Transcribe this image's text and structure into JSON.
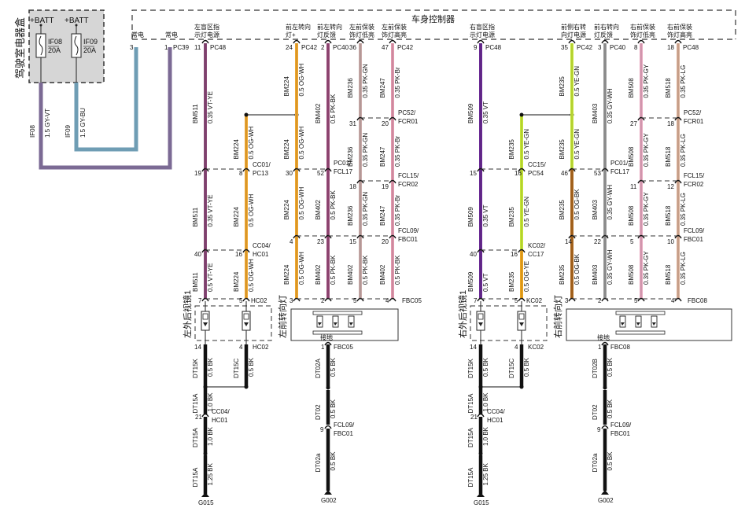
{
  "fuse_box": {
    "title": "驾驶室电器盒",
    "batt_label": "+BATT",
    "fuses": [
      {
        "id": "IF08",
        "rating": "20A"
      },
      {
        "id": "IF09",
        "rating": "20A"
      }
    ],
    "wires": [
      {
        "circuit": "IF08",
        "spec": "1.5 GY-VT",
        "color": "#7b6a94"
      },
      {
        "circuit": "IF09",
        "spec": "1.5 GY-BU",
        "color": "#6f9db4"
      }
    ]
  },
  "bcm": {
    "title": "车身控制器",
    "power_pins": [
      {
        "label": "常电",
        "pin": "3",
        "connector": ""
      },
      {
        "label": "常电",
        "pin": "1",
        "connector": "PC39"
      }
    ],
    "outputs_left": [
      {
        "label": "左盲区指示灯电源",
        "pin": "11",
        "connector": "PC48"
      },
      {
        "label": "前左转向灯+",
        "pin": "24",
        "connector": "PC42"
      },
      {
        "label": "前左转向灯反馈",
        "pin": "2",
        "connector": "PC40"
      },
      {
        "label": "左前保装饰灯低亮",
        "pin": "36",
        "connector": ""
      },
      {
        "label": "左前保装饰灯高亮",
        "pin": "47",
        "connector": "PC42"
      }
    ],
    "outputs_right": [
      {
        "label": "右盲区指示灯电源",
        "pin": "9",
        "connector": "PC48"
      },
      {
        "label": "前侧右转向灯电源",
        "pin": "35",
        "connector": "PC42"
      },
      {
        "label": "前右转向灯反馈",
        "pin": "3",
        "connector": "PC40"
      },
      {
        "label": "右前保装饰灯低亮",
        "pin": "8",
        "connector": ""
      },
      {
        "label": "右前保装饰灯高亮",
        "pin": "18",
        "connector": "PC48"
      }
    ]
  },
  "left_side": {
    "mirror": {
      "title": "左外后视镜1",
      "connector_top": "HC02",
      "connector_bottom": "HC02"
    },
    "turn_lamp": {
      "title": "左前转向灯",
      "connector_top": "FBC05",
      "ground_label": "接地",
      "ground_pin": "1",
      "ground_connector": "FBC05"
    },
    "splices": {
      "cc01": "CC01/ PC13",
      "pc01": "PC01/ FCL17",
      "pc52": "PC52/ FCR01",
      "cc04": "CC04/ HC01",
      "fcl15": "FCL15/ FCR02",
      "fcl09": "FCL09/ FBC01"
    },
    "wire_labels": [
      {
        "circuit": "BM511",
        "spec": "0.35 VT-YE"
      },
      {
        "circuit": "BM511",
        "spec": "0.35 VT-YE"
      },
      {
        "circuit": "BM511",
        "spec": "0.5 VT-YE"
      },
      {
        "circuit": "BM224",
        "spec": "0.5 OG-WH"
      },
      {
        "circuit": "BM402",
        "spec": "0.5 PK-BK"
      },
      {
        "circuit": "BM236",
        "spec": "0.35 PK-GN"
      },
      {
        "circuit": "BM247",
        "spec": "0.35 PK-Br"
      },
      {
        "circuit": "BM402",
        "spec": "0.5 PK-BK"
      }
    ],
    "pins": {
      "bm511": [
        "19",
        "40",
        "7"
      ],
      "bm224_a": [
        "8",
        "16",
        "5"
      ],
      "bm224_b": [
        "30",
        "4",
        "3"
      ],
      "bm402": [
        "52",
        "23",
        "2"
      ],
      "bm236": [
        "31",
        "18",
        "15",
        "5"
      ],
      "bm247": [
        "20",
        "19",
        "20",
        "4"
      ]
    },
    "ground_wires": [
      {
        "circuit": "DT15K",
        "spec": "0.5 BK",
        "pin": "14"
      },
      {
        "circuit": "DT15C",
        "spec": "0.5 BK",
        "pin": "4"
      },
      {
        "circuit": "DT15A",
        "spec": "1.0 BK"
      },
      {
        "circuit": "DT15A",
        "spec": "1.0 BK",
        "pin": "21",
        "splice": "CC04/ HC01"
      },
      {
        "circuit": "DT15A",
        "spec": "1.25 BK",
        "ground": "G015"
      },
      {
        "circuit": "DT02A",
        "spec": "0.5 BK"
      },
      {
        "circuit": "DT02",
        "spec": "0.5 BK",
        "pin": "9",
        "splice": "FCL09/ FBC01"
      },
      {
        "circuit": "DT02a",
        "spec": "0.5 BK",
        "ground": "G002"
      }
    ]
  },
  "right_side": {
    "mirror": {
      "title": "右外后视镜1",
      "connector_top": "KC02",
      "connector_bottom": "KC02"
    },
    "turn_lamp": {
      "title": "右前转向灯",
      "connector_top": "FBC08",
      "ground_label": "接地",
      "ground_pin": "1",
      "ground_connector": "FBC08"
    },
    "splices": {
      "cc15": "CC15/ PC54",
      "pc01": "PC01/ FCL17",
      "pc52": "PC52/ FCR01",
      "kc02": "KC02/ CC17",
      "fcl15": "FCL15/ FCR02",
      "fcl09": "FCL09/ FBC01"
    },
    "wire_labels": [
      {
        "circuit": "BM509",
        "spec": "0.35 VT"
      },
      {
        "circuit": "BM509",
        "spec": "0.35 VT"
      },
      {
        "circuit": "BM509",
        "spec": "0.5 VT"
      },
      {
        "circuit": "BM235",
        "spec": "0.5 YE-GN"
      },
      {
        "circuit": "BM235",
        "spec": "0.5 OG-YE"
      },
      {
        "circuit": "BM235",
        "spec": "0.5 OG-BK"
      },
      {
        "circuit": "BM403",
        "spec": "0.35 GY-WH"
      },
      {
        "circuit": "BM508",
        "spec": "0.35 PK-GY"
      },
      {
        "circuit": "BM518",
        "spec": "0.35 PK-LG"
      }
    ],
    "pins": {
      "bm509": [
        "15",
        "40",
        "7"
      ],
      "bm235_a": [
        "16",
        "16",
        "5"
      ],
      "bm235_b": [
        "46",
        "14",
        "3"
      ],
      "bm403": [
        "53",
        "22",
        "2"
      ],
      "bm508": [
        "27",
        "11",
        "5",
        "5"
      ],
      "bm518": [
        "18",
        "12",
        "10",
        "4"
      ]
    },
    "ground_wires": [
      {
        "circuit": "DT15K",
        "spec": "0.5 BK",
        "pin": "14"
      },
      {
        "circuit": "DT15C",
        "spec": "0.5 BK",
        "pin": "4"
      },
      {
        "circuit": "DT15A",
        "spec": "1.0 BK"
      },
      {
        "circuit": "DT15A",
        "spec": "1.0 BK",
        "pin": "21",
        "splice": "CC04/ HC01"
      },
      {
        "circuit": "DT15A",
        "spec": "1.25 BK",
        "ground": "G015"
      },
      {
        "circuit": "DT02B",
        "spec": "0.5 BK"
      },
      {
        "circuit": "DT02",
        "spec": "0.5 BK",
        "pin": "9",
        "splice": "FCL09/ FBC01"
      },
      {
        "circuit": "DT02a",
        "spec": "0.5 BK",
        "ground": "G002"
      }
    ]
  },
  "colors": {
    "VT-YE": "#8a4a78",
    "OG-WH": "#f0a830",
    "PK-BK": "#9a4a7a",
    "PK-GN": "#c8aaa8",
    "PK-Br": "#e49ab0",
    "VT": "#6a2a94",
    "YE-GN": "#c8e838",
    "OG-YE": "#f0a820",
    "OG-BK": "#b06a20",
    "GY-WH": "#9a9a9a",
    "PK-GY": "#e8a8c0",
    "PK-LG": "#dcb098",
    "BK": "#111111",
    "box_fill": "#d8d8d8"
  }
}
